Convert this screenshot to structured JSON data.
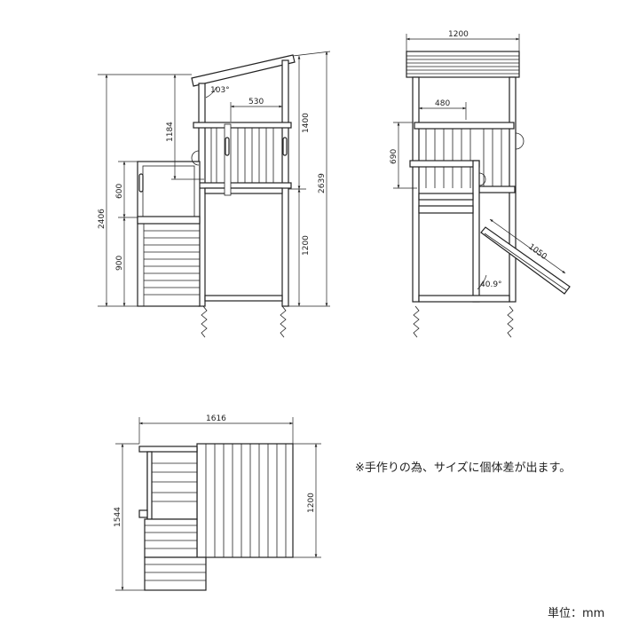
{
  "side_view": {
    "dim_total_height": "2406",
    "dim_panel": "600",
    "dim_lower": "900",
    "dim_upper": "1184",
    "dim_rail_width": "530",
    "dim_roof_to_deck": "1400",
    "dim_deck_height": "1200",
    "dim_peak": "2639",
    "roof_angle": "103°"
  },
  "front_view": {
    "dim_width": "1200",
    "dim_rail": "480",
    "dim_rail_height": "690",
    "dim_slide": "1050",
    "slide_angle": "40.9°"
  },
  "top_view": {
    "dim_length": "1616",
    "dim_depth": "1544",
    "dim_deck": "1200"
  },
  "notes": {
    "disclaimer": "※手作りの為、サイズに個体差が出ます。",
    "unit": "単位：mm"
  }
}
